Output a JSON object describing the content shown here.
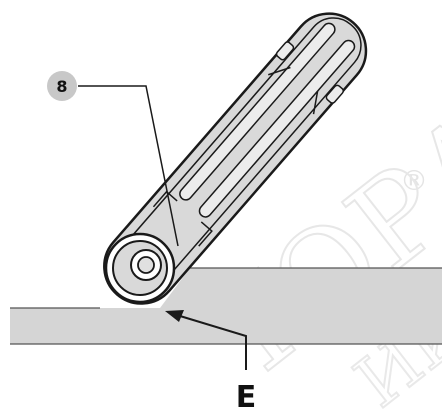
{
  "diagram": {
    "callout_number": "8",
    "label_letter": "E",
    "watermark": {
      "text": "ТОРА",
      "trailing_text": "ИИ",
      "symbol": "®",
      "color": "#e7e7e7"
    },
    "colors": {
      "surface_fill": "#d5d5d5",
      "arm_fill": "#d9d9d9",
      "outline": "#1a1a1a",
      "callout_fill": "#c8c8c8"
    }
  }
}
